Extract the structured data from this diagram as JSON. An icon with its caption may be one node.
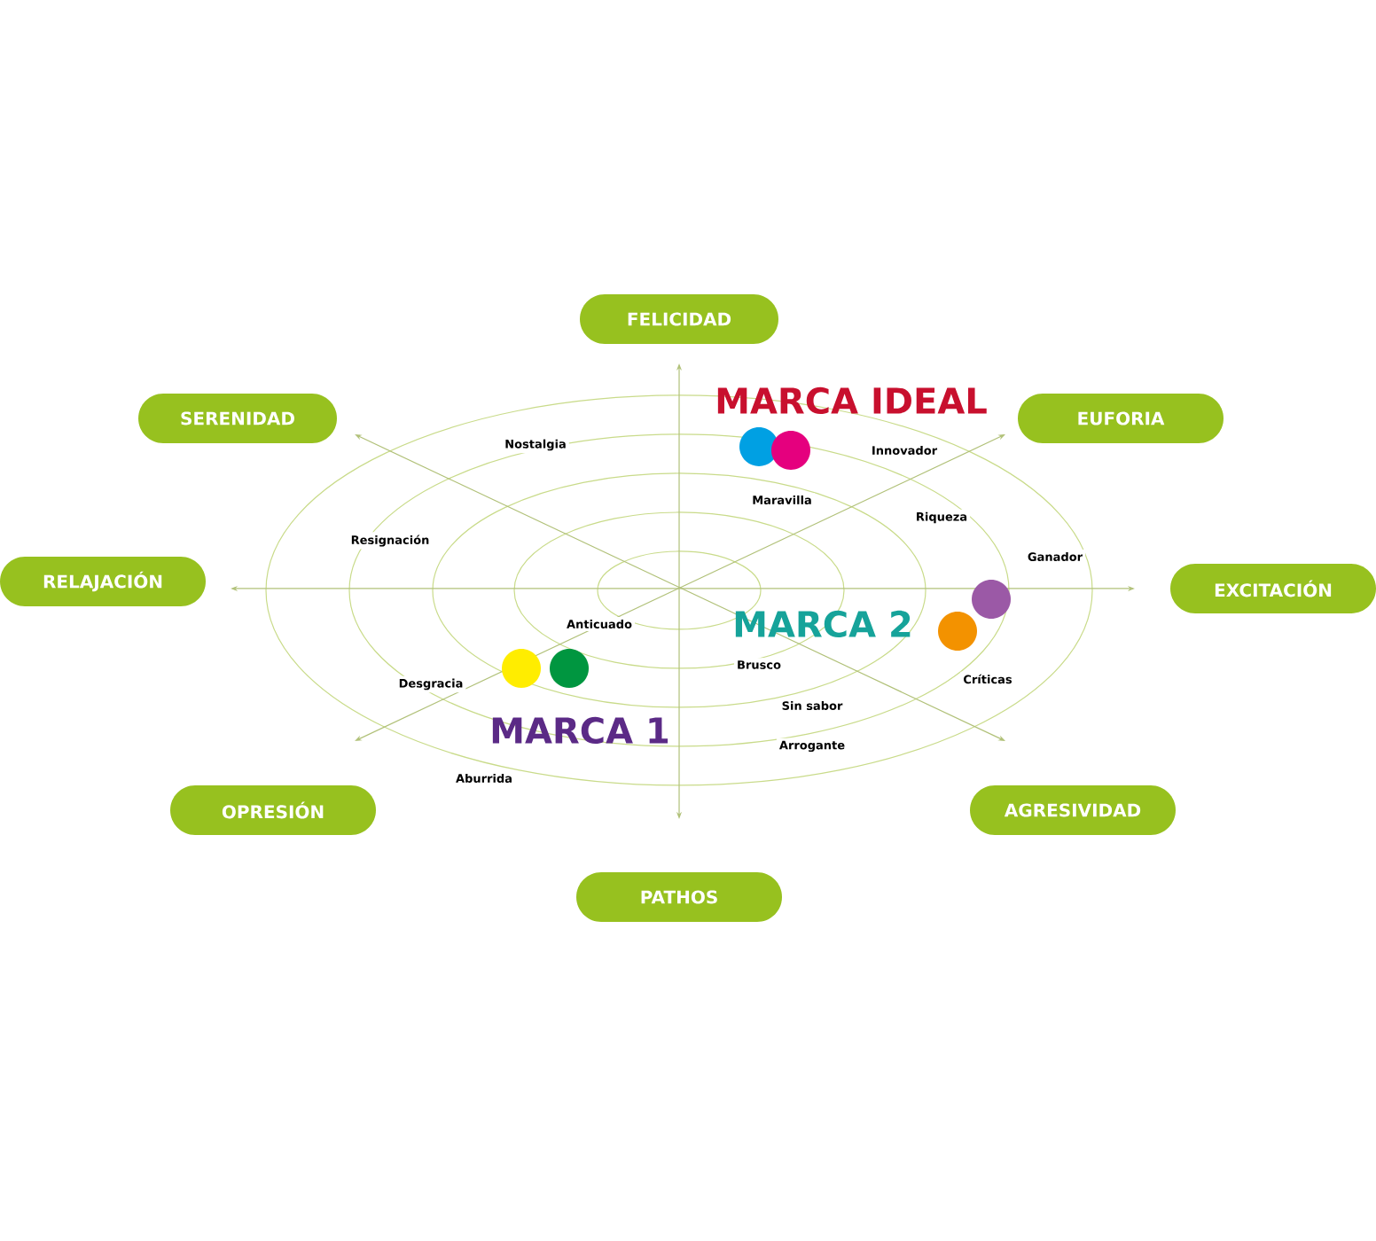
{
  "diagram": {
    "nodes": [
      {
        "text": [
          "FELICIDAD"
        ]
      },
      {
        "text": [
          "SERENIDAD"
        ]
      },
      {
        "text": [
          "EUFORIA"
        ]
      },
      {
        "text": [
          "RELAJACIÓN"
        ]
      },
      {
        "text": [
          "EXCITACIÓN"
        ]
      },
      {
        "text": [
          "OPRESIÓN"
        ]
      },
      {
        "text": [
          "AGRESIVIDAD"
        ]
      },
      {
        "text": [
          "PATHOS"
        ]
      }
    ],
    "labels": [
      "MARCA IDEAL",
      "Nostalgia",
      "Innovador",
      "Maravilla",
      "Riqueza",
      "Resignación",
      "Ganador",
      "Anticuado",
      "MARCA 2",
      "Brusco",
      "Desgracia",
      "Críticas",
      "Sin sabor",
      "MARCA 1",
      "Arrogante",
      "Aburrida"
    ]
  }
}
